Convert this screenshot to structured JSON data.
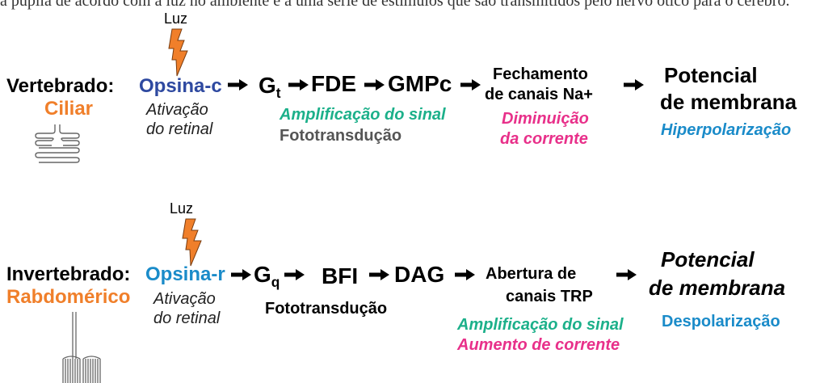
{
  "header_text": "a pupila de acordo com a luz no ambiente e a uma série de estímulos que são transmitidos pelo nervo ótico para o cérebro.",
  "colors": {
    "blue_dark": "#2e49a0",
    "blue": "#1a8bc9",
    "orange": "#f07f2a",
    "teal": "#1cb08a",
    "magenta": "#e8308a",
    "gray": "#555555"
  },
  "vertebrate": {
    "luz": "Luz",
    "organism": "Vertebrado:",
    "type": "Ciliar",
    "opsin": "Opsina-c",
    "activation_1": "Ativação",
    "activation_2": "do retinal",
    "g_base": "G",
    "g_sub": "t",
    "fde": "FDE",
    "gmpc": "GMPc",
    "closure_1": "Fechamento",
    "closure_2": "de canais Na+",
    "amplification": "Amplificação do sinal",
    "phototransduction": "Fototransdução",
    "decrease_1": "Diminuição",
    "decrease_2": "da corrente",
    "potential_1": "Potencial",
    "potential_2": "de membrana",
    "result": "Hiperpolarização"
  },
  "invertebrate": {
    "luz": "Luz",
    "organism": "Invertebrado:",
    "type": "Rabdomérico",
    "opsin": "Opsina-r",
    "activation_1": "Ativação",
    "activation_2": "do retinal",
    "g_base": "G",
    "g_sub": "q",
    "bfi": "BFI",
    "dag": "DAG",
    "opening_1": "Abertura de",
    "opening_2": "canais TRP",
    "phototransduction": "Fototransdução",
    "amplification": "Amplificação do sinal",
    "increase": "Aumento de corrente",
    "potential_1": "Potencial",
    "potential_2": "de membrana",
    "result": "Despolarização"
  }
}
